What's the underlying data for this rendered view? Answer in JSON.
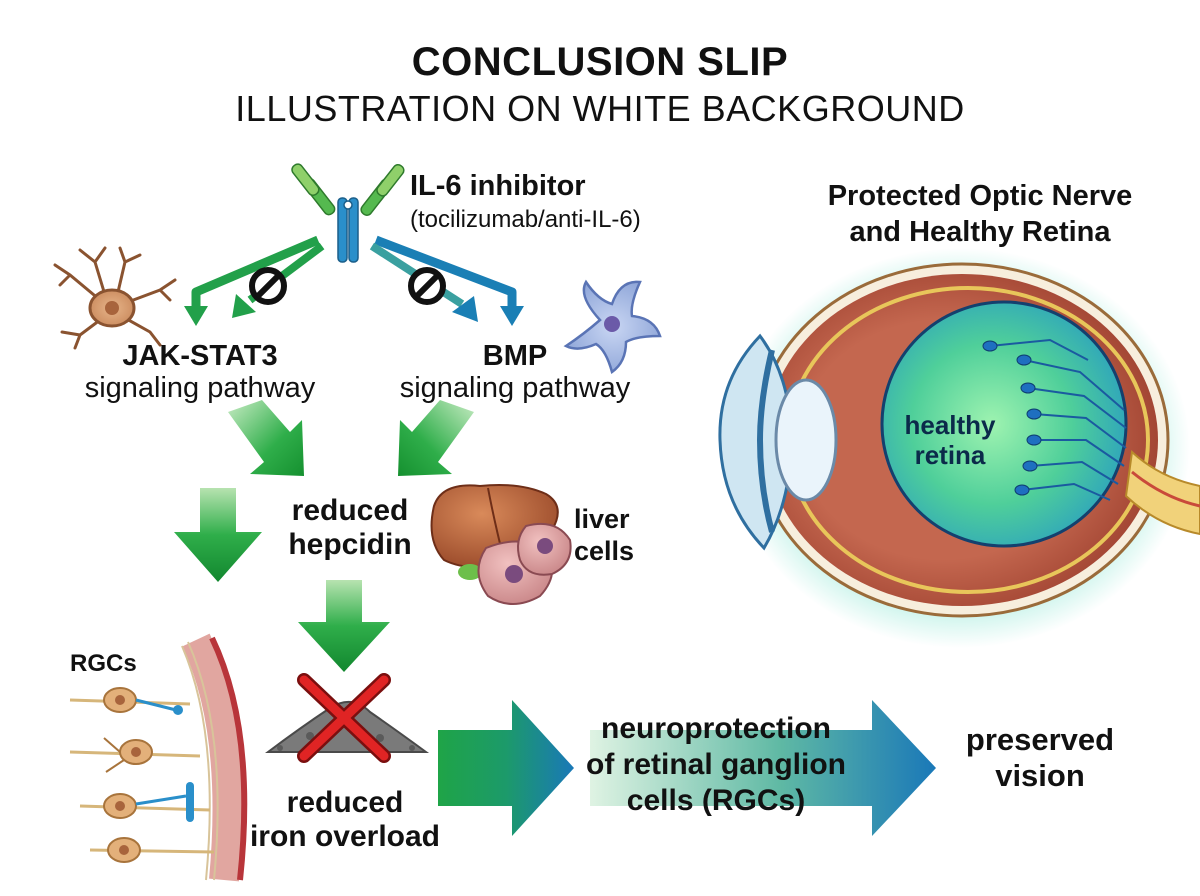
{
  "title": "CONCLUSION SLIP",
  "subtitle": "ILLUSTRATION ON WHITE BACKGROUND",
  "inhibitor": {
    "name": "IL-6 inhibitor",
    "detail": "(tocilizumab/anti-IL-6)"
  },
  "pathways": [
    {
      "name": "JAK-STAT3",
      "desc": "signaling pathway"
    },
    {
      "name": "BMP",
      "desc": "signaling pathway"
    }
  ],
  "hepcidin": {
    "line1": "reduced",
    "line2": "hepcidin"
  },
  "liver": {
    "line1": "liver",
    "line2": "cells"
  },
  "rgc_label": "RGCs",
  "iron": {
    "line1": "reduced",
    "line2": "iron overload"
  },
  "neuro": {
    "line1": "neuroprotection",
    "line2": "of retinal ganglion",
    "line3": "cells (RGCs)"
  },
  "vision": {
    "line1": "preserved",
    "line2": "vision"
  },
  "eye": {
    "title1": "Protected Optic Nerve",
    "title2": "and Healthy Retina",
    "retina1": "healthy",
    "retina2": "retina"
  },
  "colors": {
    "green": "#1e9a3c",
    "teal": "#1a7fb5",
    "red": "#d62020"
  }
}
